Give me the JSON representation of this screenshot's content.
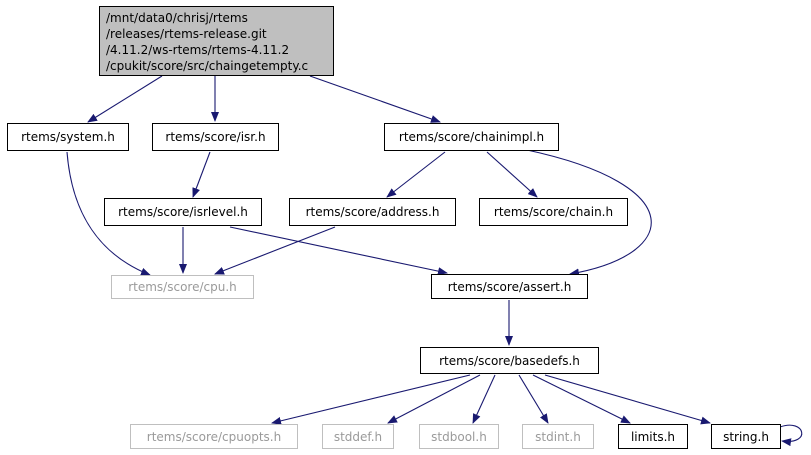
{
  "diagram": {
    "root_lines": [
      "/mnt/data0/chrisj/rtems",
      "/releases/rtems-release.git",
      "/4.11.2/ws-rtems/rtems-4.11.2",
      "/cpukit/score/src/chaingetempty.c"
    ],
    "nodes": {
      "system_h": "rtems/system.h",
      "isr_h": "rtems/score/isr.h",
      "chainimpl_h": "rtems/score/chainimpl.h",
      "isrlevel_h": "rtems/score/isrlevel.h",
      "address_h": "rtems/score/address.h",
      "chain_h": "rtems/score/chain.h",
      "cpu_h": "rtems/score/cpu.h",
      "assert_h": "rtems/score/assert.h",
      "basedefs_h": "rtems/score/basedefs.h",
      "cpuopts_h": "rtems/score/cpuopts.h",
      "stddef_h": "stddef.h",
      "stdbool_h": "stdbool.h",
      "stdint_h": "stdint.h",
      "limits_h": "limits.h",
      "string_h": "string.h"
    },
    "colors": {
      "edge": "#191970",
      "root_fill": "#bfbfbf",
      "missing_border": "#bfbfbf",
      "missing_text": "#9a9a9a"
    }
  }
}
